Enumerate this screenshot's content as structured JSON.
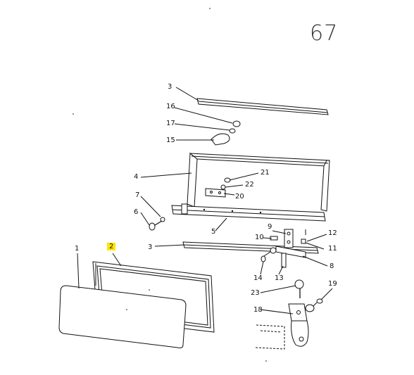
{
  "page_number": "67",
  "highlight_color": "#ffe600",
  "callouts": [
    {
      "id": "c1",
      "text": "1"
    },
    {
      "id": "c2",
      "text": "2",
      "highlighted": true
    },
    {
      "id": "c3a",
      "text": "3"
    },
    {
      "id": "c3b",
      "text": "3"
    },
    {
      "id": "c4",
      "text": "4"
    },
    {
      "id": "c5",
      "text": "5"
    },
    {
      "id": "c6",
      "text": "6"
    },
    {
      "id": "c7",
      "text": "7"
    },
    {
      "id": "c8",
      "text": "8"
    },
    {
      "id": "c9",
      "text": "9"
    },
    {
      "id": "c10",
      "text": "10"
    },
    {
      "id": "c11",
      "text": "11"
    },
    {
      "id": "c12",
      "text": "12"
    },
    {
      "id": "c13",
      "text": "13"
    },
    {
      "id": "c14",
      "text": "14"
    },
    {
      "id": "c15",
      "text": "15"
    },
    {
      "id": "c16",
      "text": "16"
    },
    {
      "id": "c17",
      "text": "17"
    },
    {
      "id": "c18",
      "text": "18"
    },
    {
      "id": "c19",
      "text": "19"
    },
    {
      "id": "c20",
      "text": "20"
    },
    {
      "id": "c21",
      "text": "21"
    },
    {
      "id": "c22",
      "text": "22"
    },
    {
      "id": "c23",
      "text": "23"
    }
  ]
}
